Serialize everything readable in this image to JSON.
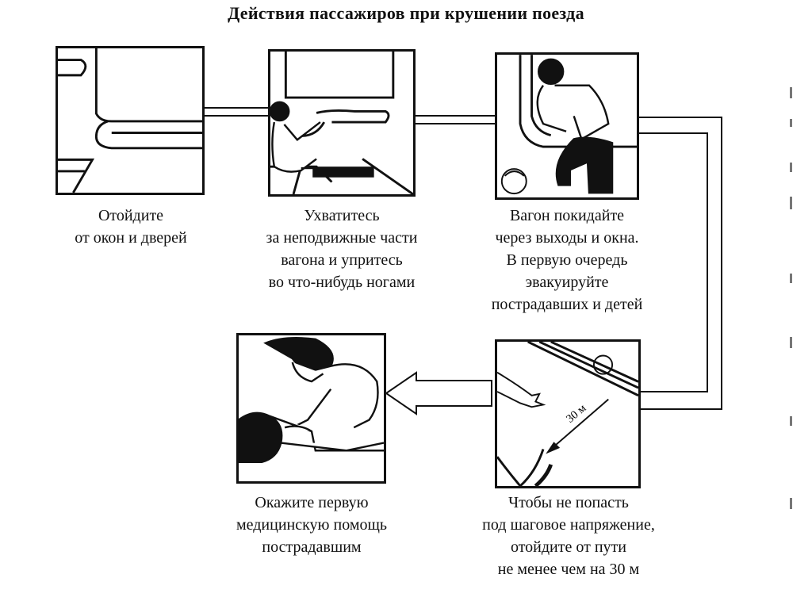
{
  "title": "Действия пассажиров при крушении поезда",
  "steps": [
    {
      "id": "step-1",
      "lines": [
        "Отойдите",
        "от окон и дверей"
      ]
    },
    {
      "id": "step-2",
      "lines": [
        "Ухватитесь",
        "за неподвижные части",
        "вагона и упритесь",
        "во что-нибудь ногами"
      ]
    },
    {
      "id": "step-3",
      "lines": [
        "Вагон покидайте",
        "через выходы и окна.",
        "В первую очередь",
        "эвакуируйте",
        "пострадавших и детей"
      ]
    },
    {
      "id": "step-4",
      "lines": [
        "Чтобы не попасть",
        "под шаговое напряжение,",
        "отойдите от пути",
        "не менее чем на 30 м"
      ]
    },
    {
      "id": "step-5",
      "lines": [
        "Окажите первую",
        "медицинскую помощь",
        "пострадавшим"
      ]
    }
  ],
  "distance_label": "30 м"
}
